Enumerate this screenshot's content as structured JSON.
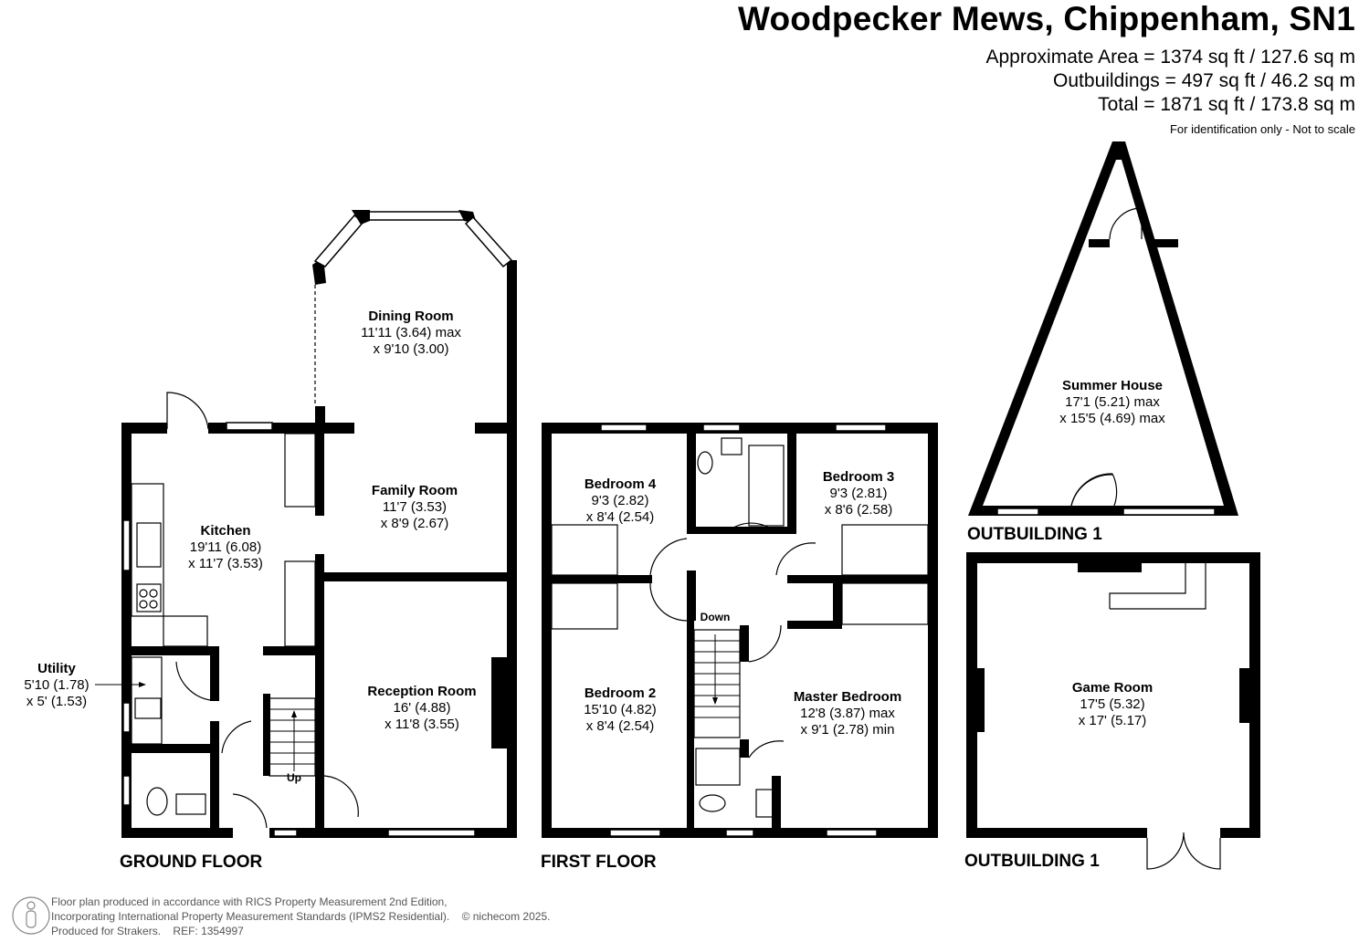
{
  "header": {
    "title": "Woodpecker Mews, Chippenham, SN1",
    "approx_area": "Approximate Area = 1374 sq ft / 127.6 sq m",
    "outbuildings": "Outbuildings = 497 sq ft / 46.2 sq m",
    "total": "Total = 1871 sq ft / 173.8 sq m",
    "note": "For identification only - Not to scale"
  },
  "floors": {
    "ground": "GROUND FLOOR",
    "first": "FIRST FLOOR",
    "outbuilding_a": "OUTBUILDING 1",
    "outbuilding_b": "OUTBUILDING 1"
  },
  "rooms": {
    "dining": {
      "name": "Dining Room",
      "d1": "11'11 (3.64) max",
      "d2": "x 9'10 (3.00)"
    },
    "family": {
      "name": "Family Room",
      "d1": "11'7 (3.53)",
      "d2": "x 8'9 (2.67)"
    },
    "kitchen": {
      "name": "Kitchen",
      "d1": "19'11 (6.08)",
      "d2": "x 11'7 (3.53)"
    },
    "utility": {
      "name": "Utility",
      "d1": "5'10 (1.78)",
      "d2": "x 5' (1.53)"
    },
    "reception": {
      "name": "Reception Room",
      "d1": "16' (4.88)",
      "d2": "x 11'8 (3.55)"
    },
    "bedroom4": {
      "name": "Bedroom 4",
      "d1": "9'3 (2.82)",
      "d2": "x 8'4 (2.54)"
    },
    "bedroom3": {
      "name": "Bedroom 3",
      "d1": "9'3 (2.81)",
      "d2": "x 8'6 (2.58)"
    },
    "bedroom2": {
      "name": "Bedroom 2",
      "d1": "15'10 (4.82)",
      "d2": "x 8'4 (2.54)"
    },
    "master": {
      "name": "Master Bedroom",
      "d1": "12'8 (3.87) max",
      "d2": "x 9'1 (2.78) min"
    },
    "summer": {
      "name": "Summer House",
      "d1": "17'1 (5.21) max",
      "d2": "x 15'5 (4.69) max"
    },
    "game": {
      "name": "Game Room",
      "d1": "17'5 (5.32)",
      "d2": "x 17' (5.17)"
    }
  },
  "stairs": {
    "up": "Up",
    "down": "Down"
  },
  "footer": {
    "line1": "Floor plan produced in accordance with RICS Property Measurement 2nd Edition,",
    "line2": "Incorporating International Property Measurement Standards (IPMS2 Residential).",
    "copyright": "© nichecom 2025.",
    "line3": "Produced for Strakers.",
    "ref": "REF: 1354997"
  }
}
